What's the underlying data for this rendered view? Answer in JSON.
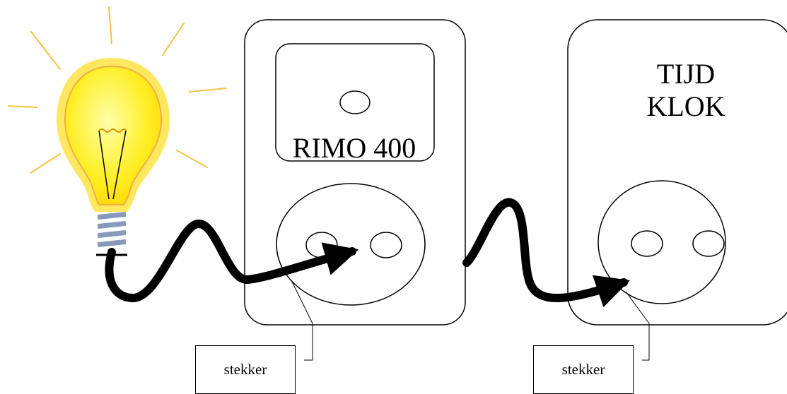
{
  "meter": {
    "label": "RIMO 400"
  },
  "timer": {
    "line1": "TIJD",
    "line2": "KLOK"
  },
  "plug_labels": [
    "stekker",
    "stekker"
  ],
  "colors": {
    "bulb_glass": "#ffee22",
    "bulb_glow": "#ffe760",
    "bulb_outline": "#f0b040",
    "rays": "#f5c243",
    "bulb_base": "#8899bb",
    "cable": "#000000",
    "outline": "#000000"
  },
  "icons": {
    "bulb": "light-bulb-icon",
    "socket": "socket-icon"
  }
}
